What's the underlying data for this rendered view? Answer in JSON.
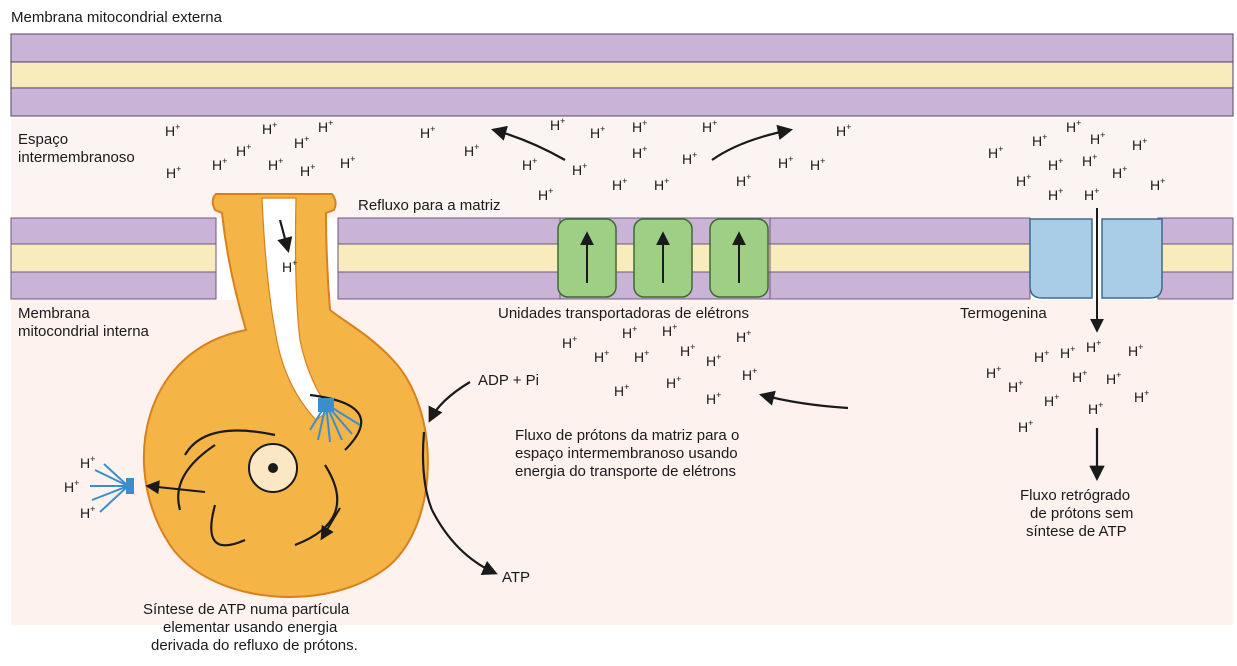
{
  "labels": {
    "outer_membrane": "Membrana mitocondrial externa",
    "intermembrane_1": "Espaço",
    "intermembrane_2": "intermembranoso",
    "inner_membrane_1": "Membrana",
    "inner_membrane_2": "mitocondrial interna",
    "reflux": "Refluxo para a matriz",
    "electron_transport": "Unidades transportadoras de elétrons",
    "thermogenin": "Termogenina",
    "adp_pi": "ADP + Pi",
    "atp": "ATP",
    "proton_flux_1": "Fluxo de prótons da matriz para o",
    "proton_flux_2": "espaço intermembranoso usando",
    "proton_flux_3": "energia do transporte de elétrons",
    "retro_1": "Fluxo retrógrado",
    "retro_2": "de prótons sem",
    "retro_3": "síntese de ATP",
    "synthesis_1": "Síntese de ATP numa partícula",
    "synthesis_2": "elementar usando energia",
    "synthesis_3": "derivada do refluxo de prótons."
  },
  "ion": {
    "symbol": "H",
    "charge": "+"
  },
  "colors": {
    "membrane_purple": "#c9b3d6",
    "membrane_yellow": "#f8ebbc",
    "membrane_line": "#6e5a7c",
    "matrix_bg": "#fdf2ee",
    "intermembrane_bg": "#fbf4f2",
    "atp_synthase": "#f4b446",
    "atp_synthase_edge": "#d9801e",
    "transporter_green": "#9ecf85",
    "thermogenin_blue": "#a9cde6",
    "spray_blue": "#3a8fcb"
  },
  "icons": {
    "transporter_arrow": "up-arrow",
    "rotor_center": "rotor-dot"
  }
}
